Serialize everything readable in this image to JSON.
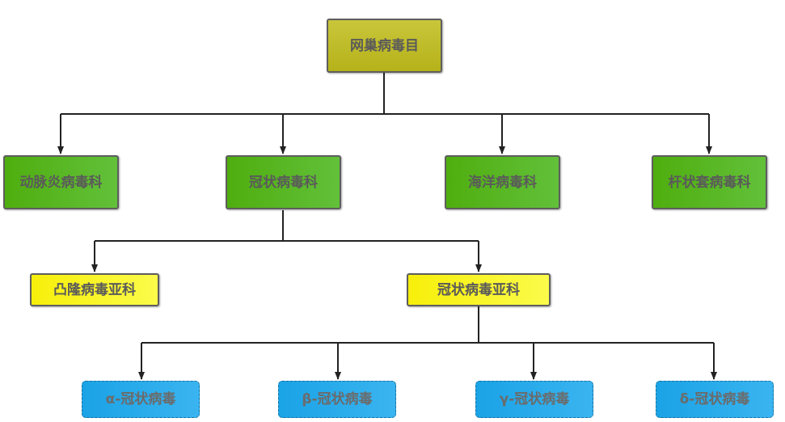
{
  "diagram": {
    "root": {
      "label": "网巢病毒目"
    },
    "families": [
      {
        "label": "动脉炎病毒科"
      },
      {
        "label": "冠状病毒科"
      },
      {
        "label": "海洋病毒科"
      },
      {
        "label": "杆状套病毒科"
      }
    ],
    "subfamilies": [
      {
        "label": "凸隆病毒亚科"
      },
      {
        "label": "冠状病毒亚科"
      }
    ],
    "genera": [
      {
        "label": "α-冠状病毒"
      },
      {
        "label": "β-冠状病毒"
      },
      {
        "label": "γ-冠状病毒"
      },
      {
        "label": "δ-冠状病毒"
      }
    ],
    "colors": {
      "root": "#bdb929",
      "family": "#58b625",
      "subfamily": "#f9f31e",
      "genus": "#2aabeb",
      "connector": "#222222",
      "text": "#5a5a5a"
    }
  }
}
